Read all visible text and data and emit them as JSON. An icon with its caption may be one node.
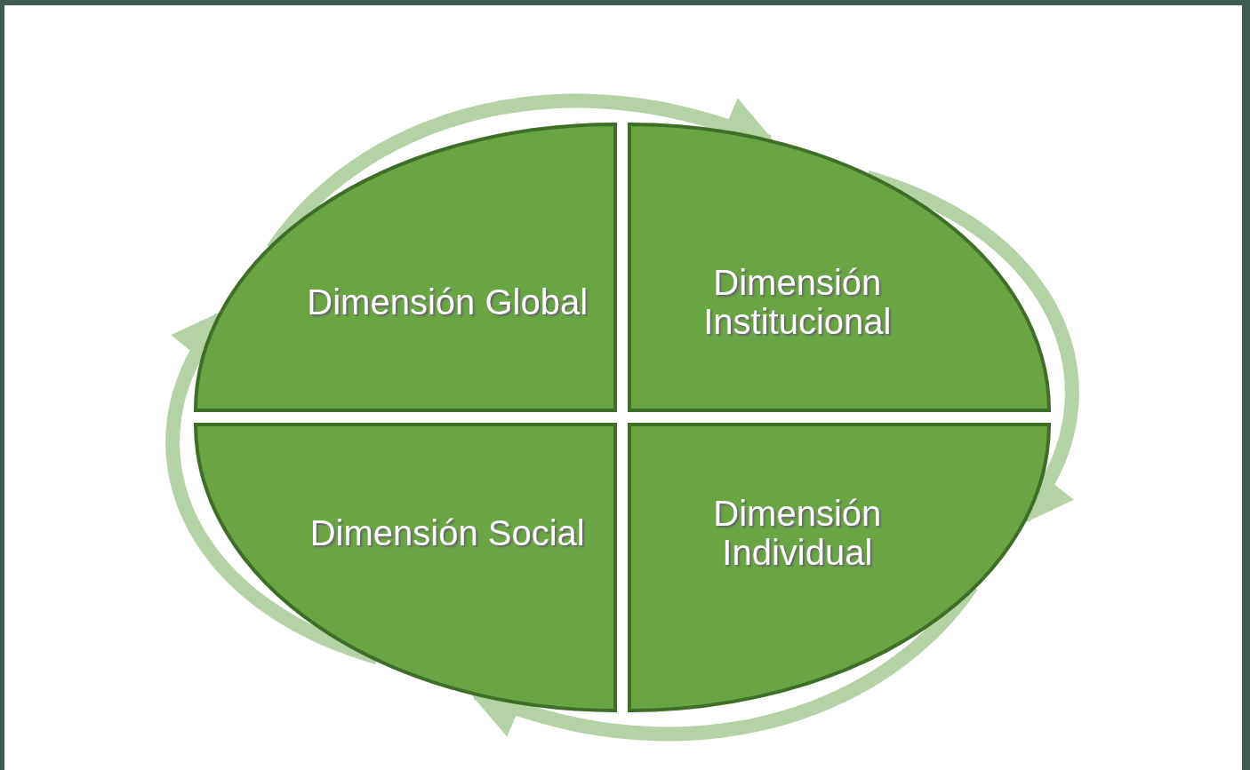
{
  "diagram": {
    "nodes": [
      {
        "text": [
          "Dimensión Global"
        ]
      },
      {
        "text": [
          "Dimensión Institucional"
        ]
      },
      {
        "text": [
          "Dimensión Social"
        ]
      },
      {
        "text": [
          "Dimensión Individual"
        ]
      }
    ],
    "edges": [
      {
        "from": 0,
        "to": 1,
        "arrow": "to"
      },
      {
        "from": 1,
        "to": 3,
        "arrow": "to"
      },
      {
        "from": 3,
        "to": 2,
        "arrow": "to"
      },
      {
        "from": 2,
        "to": 0,
        "arrow": "to"
      }
    ]
  }
}
